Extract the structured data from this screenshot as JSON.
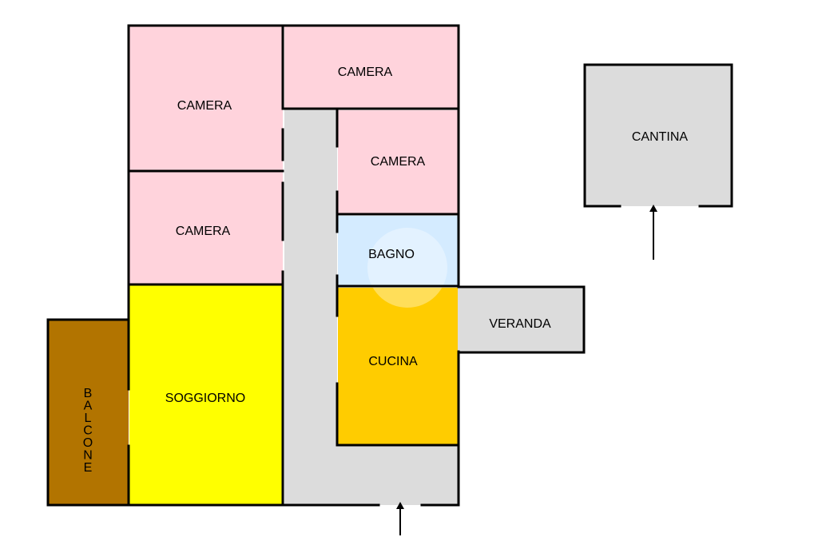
{
  "plan": {
    "rooms": {
      "camera_top_left": {
        "label": "CAMERA",
        "color": "#FFD3DC"
      },
      "camera_top_right": {
        "label": "CAMERA",
        "color": "#FFD3DC"
      },
      "camera_mid_right": {
        "label": "CAMERA",
        "color": "#FFD3DC"
      },
      "camera_mid_left": {
        "label": "CAMERA",
        "color": "#FFD3DC"
      },
      "bagno": {
        "label": "BAGNO",
        "color": "#D4EBFF"
      },
      "soggiorno": {
        "label": "SOGGIORNO",
        "color": "#FFFF00"
      },
      "cucina": {
        "label": "CUCINA",
        "color": "#FFCC00"
      },
      "balcone": {
        "label": "BALCONE",
        "color": "#B27400"
      },
      "veranda": {
        "label": "VERANDA",
        "color": "#DCDCDC"
      },
      "cantina": {
        "label": "CANTINA",
        "color": "#DCDCDC"
      }
    },
    "corridor_color": "#DCDCDC",
    "wall_color": "#000000"
  }
}
